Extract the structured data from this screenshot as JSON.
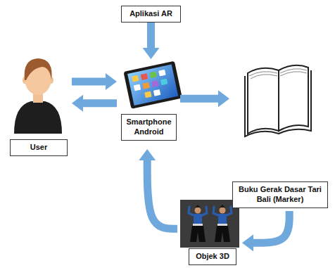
{
  "diagram": {
    "nodes": [
      {
        "text": [
          "Aplikasi AR"
        ]
      },
      {
        "text": [
          "User"
        ]
      },
      {
        "text": [
          "Smartphone Android"
        ]
      },
      {
        "text": [
          "Buku Gerak Dasar Tari Bali (Marker)"
        ]
      },
      {
        "text": [
          "Objek 3D"
        ]
      }
    ],
    "edges": [
      {
        "from": 0,
        "to": 2,
        "arrow": "to"
      },
      {
        "from": 1,
        "to": 2,
        "arrow": "to"
      },
      {
        "from": 2,
        "to": 1,
        "arrow": "to"
      },
      {
        "from": 2,
        "to": 3,
        "arrow": "to"
      },
      {
        "from": 3,
        "to": 4,
        "arrow": "to"
      },
      {
        "from": 4,
        "to": 2,
        "arrow": "to"
      }
    ]
  }
}
